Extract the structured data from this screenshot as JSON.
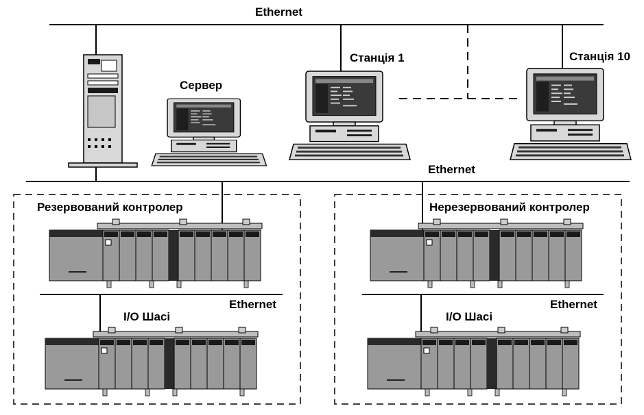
{
  "labels": {
    "ethernet_top": "Ethernet",
    "server": "Сервер",
    "station1": "Станція 1",
    "station10": "Станція 10",
    "ethernet_mid": "Ethernet",
    "redundant_controller": "Резервований  контролер",
    "nonredundant_controller": "Нерезервований контролер",
    "ethernet_left_io": "Ethernet",
    "ethernet_right_io": "Ethernet",
    "io_chassis_left": "I/O Шасі",
    "io_chassis_right": "I/O Шасі"
  }
}
